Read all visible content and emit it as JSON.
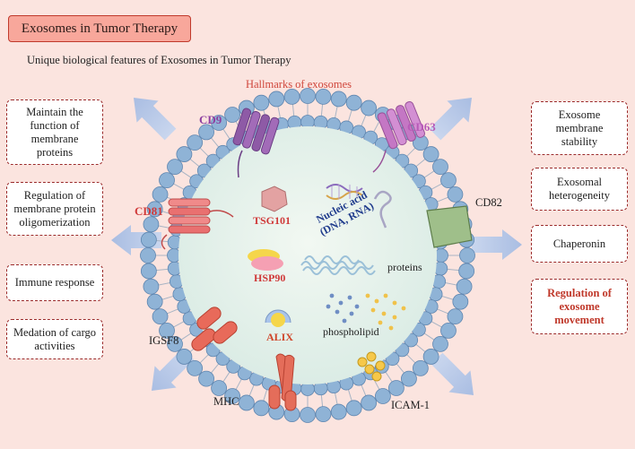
{
  "header": {
    "title": "Exosomes in Tumor Therapy",
    "subtitle": "Unique biological features of  Exosomes in Tumor Therapy",
    "hallmarks": "Hallmarks of exosomes"
  },
  "left_features": [
    {
      "lines": [
        "Maintain the",
        "function of",
        "membrane",
        "proteins"
      ]
    },
    {
      "lines": [
        "Regulation of",
        "membrane protein",
        "oligomerization"
      ]
    },
    {
      "lines": [
        "Immune response"
      ]
    },
    {
      "lines": [
        "Medation of cargo",
        "activities"
      ]
    }
  ],
  "right_features": [
    {
      "lines": [
        "Exosome",
        "membrane",
        "stability"
      ]
    },
    {
      "lines": [
        "Exosomal",
        "heterogeneity"
      ]
    },
    {
      "lines": [
        "Chaperonin"
      ]
    },
    {
      "lines": [
        "Regulation of",
        "exosome",
        "movement"
      ]
    }
  ],
  "labels": {
    "cd9": "CD9",
    "cd63": "CD63",
    "cd81": "CD81",
    "cd82": "CD82",
    "tsg101": "TSG101",
    "nucleic_line1": "Nucleic acid",
    "nucleic_line2": "(DNA, RNA)",
    "hsp90": "HSP90",
    "proteins": "proteins",
    "alix": "ALIX",
    "phospholipid": "phospholipid",
    "igsf8": "IGSF8",
    "mhc": "MHC",
    "icam1": "ICAM-1"
  },
  "colors": {
    "title_fill": "#f8a79b",
    "card_border": "#9b2a2a",
    "accent_red": "#c0392b",
    "membrane_head": "#8fb3d6",
    "interior": "#e4f0ea",
    "cd9_purple": "#8e5aa6",
    "cd63_pink": "#c477c4",
    "cd81_red": "#e05050",
    "nucleic_blue": "#1f3b8c",
    "arrow": "#bccbe6"
  }
}
